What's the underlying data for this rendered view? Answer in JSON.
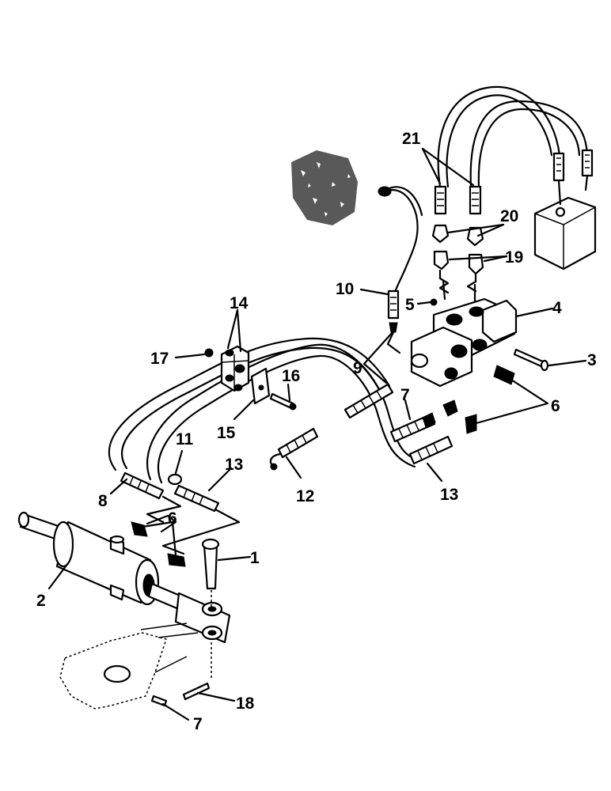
{
  "callouts": [
    {
      "id": "c1",
      "label": "1"
    },
    {
      "id": "c2",
      "label": "2"
    },
    {
      "id": "c3",
      "label": "3"
    },
    {
      "id": "c4",
      "label": "4"
    },
    {
      "id": "c5",
      "label": "5"
    },
    {
      "id": "c6a",
      "label": "6"
    },
    {
      "id": "c6b",
      "label": "6"
    },
    {
      "id": "c7a",
      "label": "7"
    },
    {
      "id": "c7b",
      "label": "7"
    },
    {
      "id": "c8",
      "label": "8"
    },
    {
      "id": "c9",
      "label": "9"
    },
    {
      "id": "c10",
      "label": "10"
    },
    {
      "id": "c11",
      "label": "11"
    },
    {
      "id": "c12",
      "label": "12"
    },
    {
      "id": "c13a",
      "label": "13"
    },
    {
      "id": "c13b",
      "label": "13"
    },
    {
      "id": "c14",
      "label": "14"
    },
    {
      "id": "c15",
      "label": "15"
    },
    {
      "id": "c16",
      "label": "16"
    },
    {
      "id": "c17",
      "label": "17"
    },
    {
      "id": "c18",
      "label": "18"
    },
    {
      "id": "c19",
      "label": "19"
    },
    {
      "id": "c20",
      "label": "20"
    },
    {
      "id": "c21",
      "label": "21"
    }
  ]
}
